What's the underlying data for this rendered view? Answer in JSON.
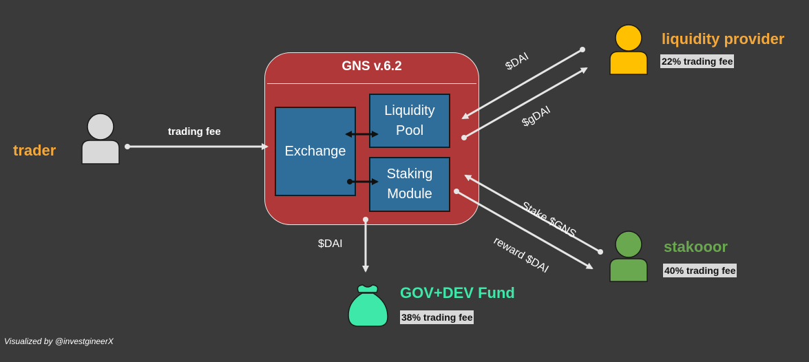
{
  "colors": {
    "background": "#3a3a3a",
    "gns_box": "#b03838",
    "module": "#2f6d9b",
    "trader": "#f5a83a",
    "liquidity_provider": "#f5a83a",
    "stakooor": "#6aa84f",
    "fund": "#3ee8a8",
    "arrow": "#e6e6e6"
  },
  "gns": {
    "title": "GNS v.6.2",
    "exchange": "Exchange",
    "liquidity_pool": [
      "Liquidity",
      "Pool"
    ],
    "staking_module": [
      "Staking",
      "Module"
    ]
  },
  "trader": {
    "name": "trader",
    "icon": "person-icon",
    "flow_label": "trading fee"
  },
  "liquidity_provider": {
    "name": "liquidity provider",
    "icon": "person-icon",
    "fee": "22% trading fee",
    "flow_out": "$DAI",
    "flow_in": "$gDAI"
  },
  "stakooor": {
    "name": "stakooor",
    "icon": "person-icon",
    "fee": "40% trading fee",
    "flow_in": "Stake $GNS",
    "flow_out": "reward $DAI"
  },
  "fund": {
    "name": "GOV+DEV Fund",
    "icon": "money-bag-icon",
    "fee": "38% trading fee",
    "flow": "$DAI"
  },
  "credit": "Visualized by @investgineerX"
}
